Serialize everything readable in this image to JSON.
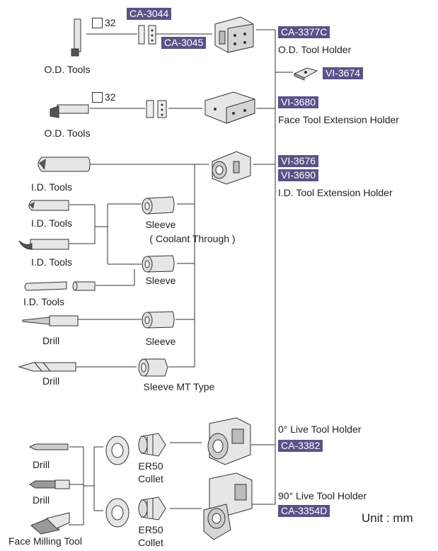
{
  "codes": {
    "ca3044": "CA-3044",
    "ca3045": "CA-3045",
    "ca3377c": "CA-3377C",
    "vi3674": "VI-3674",
    "vi3680": "VI-3680",
    "vi3676": "VI-3676",
    "vi3690": "VI-3690",
    "ca3382": "CA-3382",
    "ca3354d": "CA-3354D"
  },
  "labels": {
    "od_tools_1": "O.D. Tools",
    "od_tools_2": "O.D. Tools",
    "size_1": "32",
    "size_2": "32",
    "od_tool_holder": "O.D. Tool Holder",
    "face_tool_ext_holder": "Face Tool Extension Holder",
    "id_tool_ext_holder": "I.D. Tool Extension Holder",
    "id_tools_1": "I.D. Tools",
    "id_tools_2": "I.D. Tools",
    "id_tools_3": "I.D. Tools",
    "id_tools_4": "I.D. Tools",
    "sleeve_coolant_1": "Sleeve",
    "sleeve_coolant_2": "( Coolant Through )",
    "sleeve_1": "Sleeve",
    "sleeve_2": "Sleeve",
    "sleeve_mt": "Sleeve MT Type",
    "drill_1": "Drill",
    "drill_2": "Drill",
    "drill_3": "Drill",
    "drill_4": "Drill",
    "face_milling": "Face Milling Tool",
    "live_0": "0° Live Tool Holder",
    "live_90": "90° Live Tool Holder",
    "er50_1": "ER50",
    "collet_1": "Collet",
    "er50_2": "ER50",
    "collet_2": "Collet",
    "unit": "Unit : mm"
  },
  "colors": {
    "code_bg": "#5b5288",
    "line": "#333333",
    "tool_fill": "#e6e6e6"
  }
}
